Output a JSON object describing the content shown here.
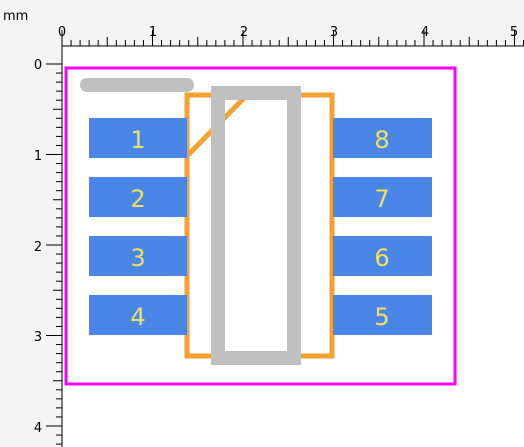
{
  "rulers": {
    "unit_label": "mm",
    "top_ticks": [
      "0",
      "1",
      "2",
      "3",
      "4",
      "5"
    ],
    "left_ticks": [
      "0",
      "1",
      "2",
      "3",
      "4"
    ]
  },
  "pads": {
    "left": [
      {
        "number": "1"
      },
      {
        "number": "2"
      },
      {
        "number": "3"
      },
      {
        "number": "4"
      }
    ],
    "right": [
      {
        "number": "8"
      },
      {
        "number": "7"
      },
      {
        "number": "6"
      },
      {
        "number": "5"
      }
    ]
  },
  "colors": {
    "pad": "#4a86e8",
    "pad_text": "#f0e060",
    "courtyard": "#ff00ff",
    "body_outline": "#f5a030",
    "silkscreen": "#c0c0c0",
    "ruler_bg": "#f5f5f5",
    "ruler_line": "#000000"
  }
}
